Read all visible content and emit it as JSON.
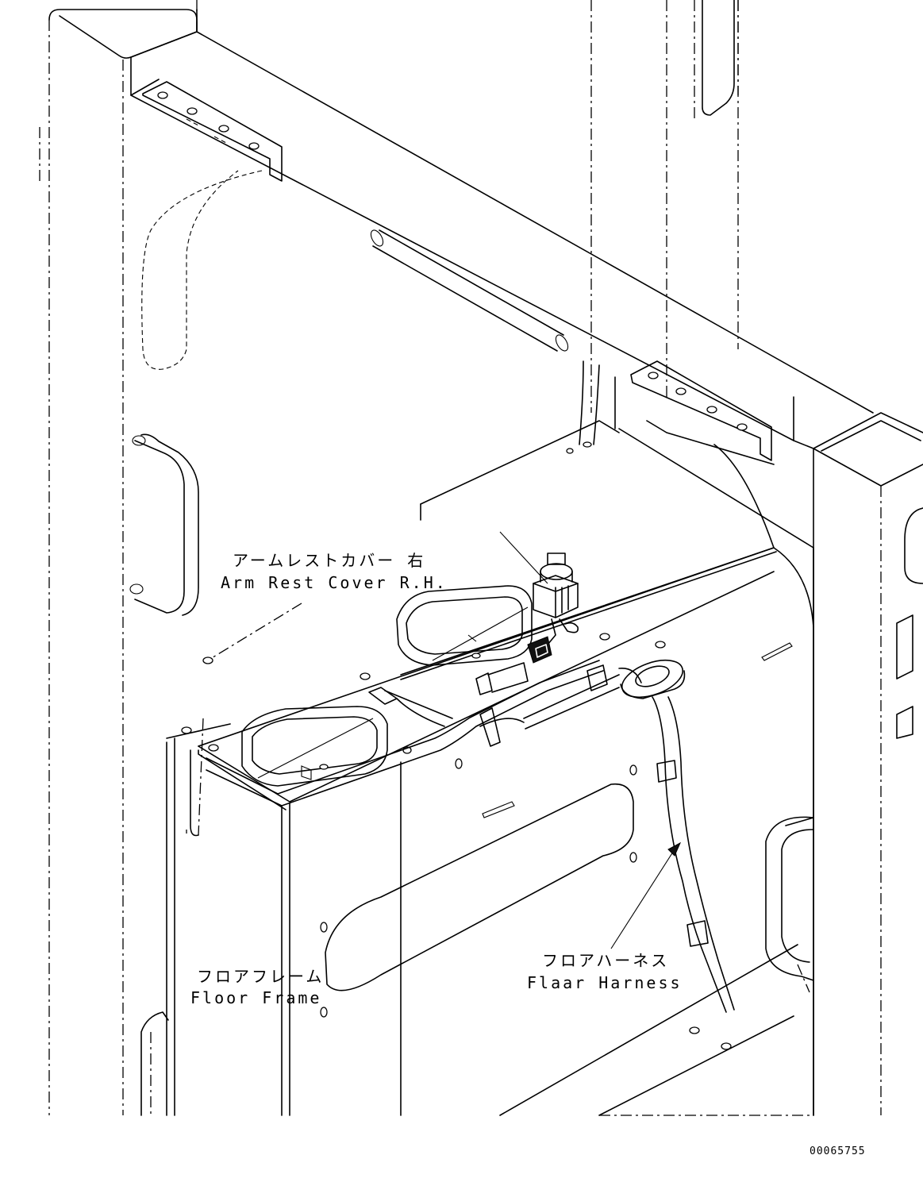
{
  "labels": {
    "arm_rest_cover": {
      "ja": "アームレストカバー 右",
      "en": "Arm Rest Cover R.H."
    },
    "floor_frame": {
      "ja": "フロアフレーム",
      "en": "Floor Frame"
    },
    "floor_harness": {
      "ja": "フロアハーネス",
      "en": "Flaar Harness"
    }
  },
  "drawing_number": "00065755"
}
